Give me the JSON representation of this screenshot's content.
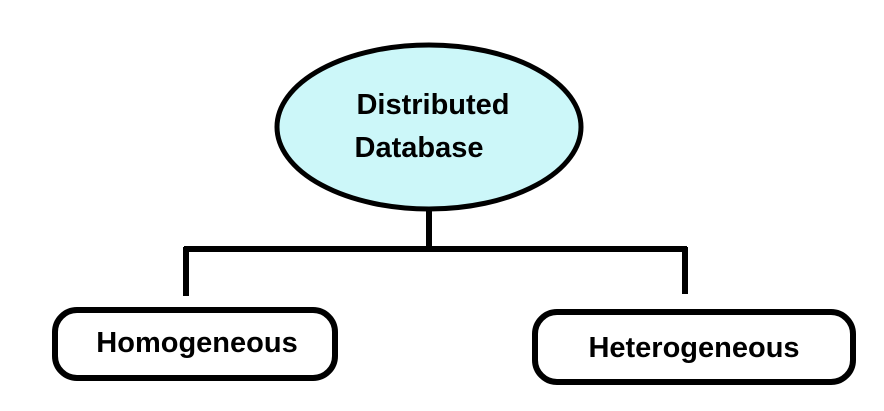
{
  "diagram": {
    "root": {
      "line1": "Distributed",
      "line2": "Database",
      "fill": "#ccf7f9",
      "stroke": "#000000"
    },
    "children": [
      {
        "label": "Homogeneous"
      },
      {
        "label": "Heterogeneous"
      }
    ],
    "connector_color": "#000000",
    "box_fill": "#ffffff"
  }
}
